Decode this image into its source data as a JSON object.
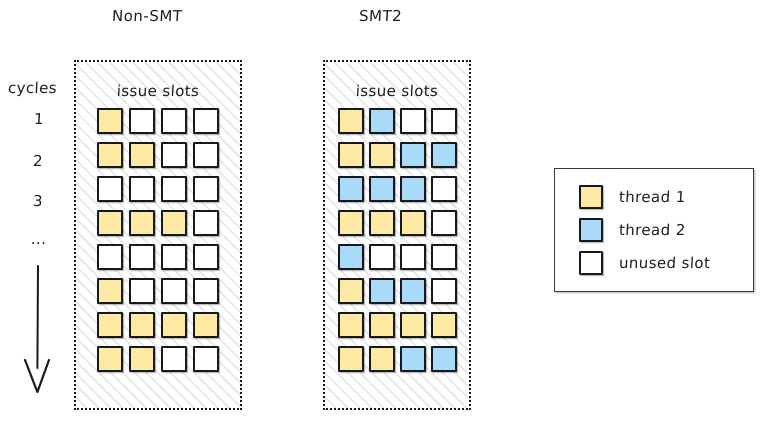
{
  "diagram": {
    "colors": {
      "thread1": "#fce9a3",
      "thread2": "#a9daf8",
      "unused": "#ffffff",
      "outline": "#15181c",
      "hatch": "#e2e2e4"
    },
    "axis": {
      "title": "cycles",
      "ticks": [
        "1",
        "2",
        "3",
        "..."
      ],
      "arrow_name": "downward-time-arrow"
    },
    "panels": [
      {
        "id": "nonsmt",
        "title": "Non-SMT",
        "heading": "issue slots",
        "columns": 4,
        "rows": [
          [
            "t1",
            "unused",
            "unused",
            "unused"
          ],
          [
            "t1",
            "t1",
            "unused",
            "unused"
          ],
          [
            "unused",
            "unused",
            "unused",
            "unused"
          ],
          [
            "t1",
            "t1",
            "t1",
            "unused"
          ],
          [
            "unused",
            "unused",
            "unused",
            "unused"
          ],
          [
            "t1",
            "unused",
            "unused",
            "unused"
          ],
          [
            "t1",
            "t1",
            "t1",
            "t1"
          ],
          [
            "t1",
            "t1",
            "unused",
            "unused"
          ]
        ]
      },
      {
        "id": "smt2",
        "title": "SMT2",
        "heading": "issue slots",
        "columns": 4,
        "rows": [
          [
            "t1",
            "t2",
            "unused",
            "unused"
          ],
          [
            "t1",
            "t1",
            "t2",
            "t2"
          ],
          [
            "t2",
            "t2",
            "t2",
            "unused"
          ],
          [
            "t1",
            "t1",
            "t1",
            "unused"
          ],
          [
            "t2",
            "unused",
            "unused",
            "unused"
          ],
          [
            "t1",
            "t2",
            "t2",
            "unused"
          ],
          [
            "t1",
            "t1",
            "t1",
            "t1"
          ],
          [
            "t1",
            "t1",
            "t2",
            "t2"
          ]
        ]
      }
    ],
    "legend": {
      "items": [
        {
          "swatch": "t1",
          "label": "thread 1"
        },
        {
          "swatch": "t2",
          "label": "thread 2"
        },
        {
          "swatch": "unused",
          "label": "unused slot"
        }
      ]
    }
  }
}
